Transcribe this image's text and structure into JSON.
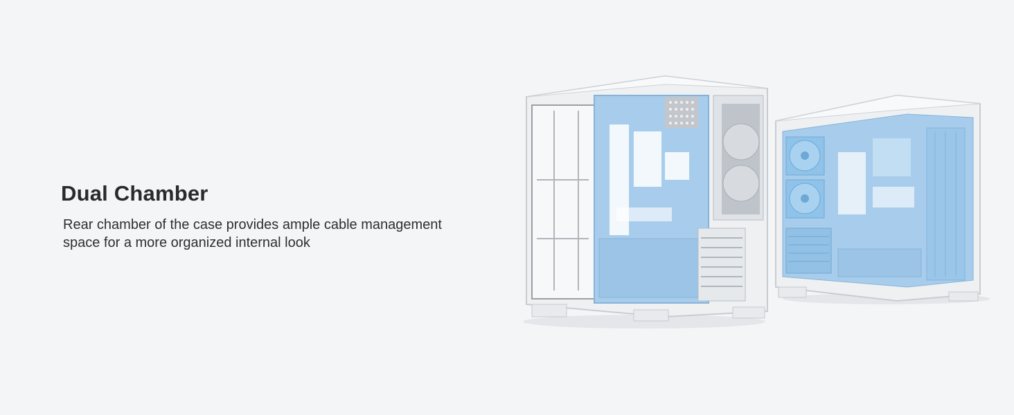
{
  "section": {
    "title": "Dual Chamber",
    "description": "Rear chamber of the case provides ample cable management space for a more organized internal look"
  },
  "colors": {
    "background": "#f4f5f7",
    "case_white": "#eef0f2",
    "chamber_blue": "#a8cdec",
    "fan_blue": "#8fc3ea",
    "text_dark": "#2a2a2a"
  },
  "images": [
    {
      "name": "case-rear-view",
      "description": "white PC case rear view showing blue rear chamber"
    },
    {
      "name": "case-front-view",
      "description": "white PC case front view with blue interior and fans"
    }
  ]
}
